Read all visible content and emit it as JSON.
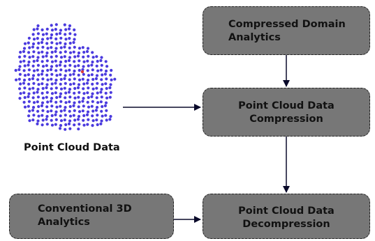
{
  "colors": {
    "box_fill": "#777777",
    "box_border": "#222222",
    "arrow": "#0a0a2a",
    "point_cloud": "#2a18d8",
    "point_cloud_accent": "#d83a3a"
  },
  "icons": {
    "point_cloud_image": "bunny-point-cloud-icon"
  },
  "nodes": {
    "point_cloud_label": "Point Cloud Data",
    "compressed_analytics": "Compressed Domain\nAnalytics",
    "compression": "Point Cloud Data\nCompression",
    "decompression": "Point Cloud Data\nDecompression",
    "conventional_analytics": "Conventional 3D\nAnalytics"
  },
  "edges": [
    {
      "from": "point_cloud_label",
      "to": "compression"
    },
    {
      "from": "compressed_analytics",
      "to": "compression"
    },
    {
      "from": "compression",
      "to": "decompression"
    },
    {
      "from": "conventional_analytics",
      "to": "decompression"
    }
  ]
}
